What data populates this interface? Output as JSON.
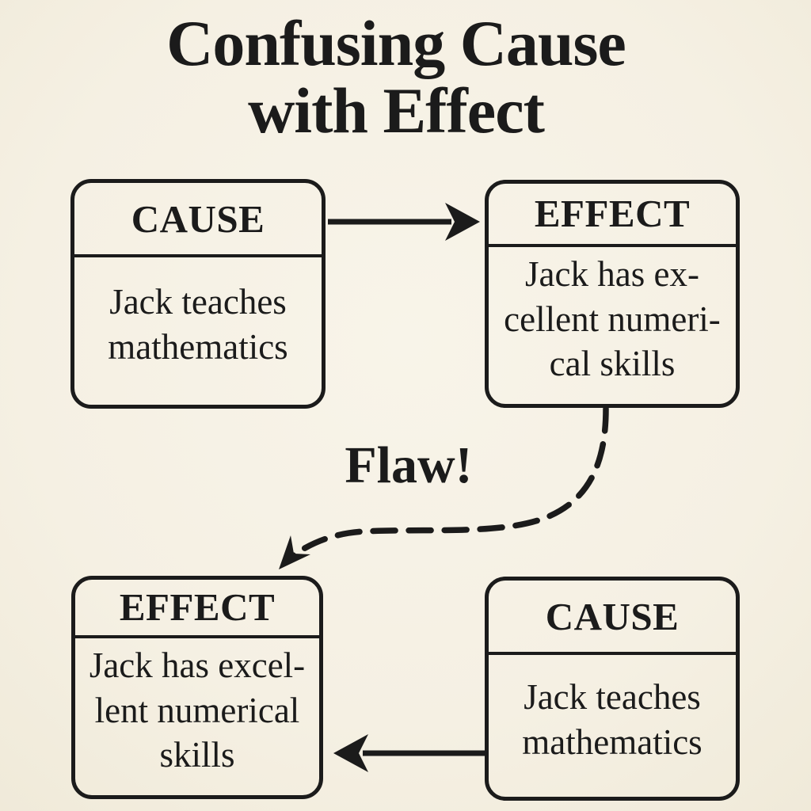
{
  "colors": {
    "background": "#f6f1e4",
    "ink": "#1b1b1b"
  },
  "title": {
    "line1": "Confusing Cause",
    "line2": "with Effect"
  },
  "flaw": {
    "label": "Flaw!"
  },
  "boxes": {
    "top_left": {
      "header": "CAUSE",
      "lines": [
        "Jack teaches",
        "mathematics"
      ]
    },
    "top_right": {
      "header": "EFFECT",
      "lines": [
        "Jack has ex-",
        "cellent numeri-",
        "cal skills"
      ]
    },
    "bottom_left": {
      "header": "EFFECT",
      "lines": [
        "Jack has excel-",
        "lent numerical",
        "skills"
      ]
    },
    "bottom_right": {
      "header": "CAUSE",
      "lines": [
        "Jack teaches",
        "mathematics"
      ]
    }
  },
  "arrows": {
    "top": {
      "from": "CAUSE (top left)",
      "to": "EFFECT (top right)",
      "style": "solid"
    },
    "flaw": {
      "from": "EFFECT (top right)",
      "to": "EFFECT (bottom left)",
      "style": "dashed"
    },
    "bottom": {
      "from": "CAUSE (bottom right)",
      "to": "EFFECT (bottom left)",
      "style": "solid"
    }
  }
}
